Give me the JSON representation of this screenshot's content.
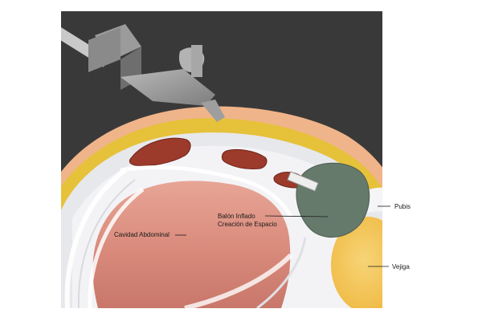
{
  "labels": {
    "cavidad": "Cavidad Abdominal",
    "balon_line1": "Balón Inflado",
    "balon_line2": "Creación de Espacio",
    "pubis": "Pubis",
    "vejiga": "Vejiga"
  },
  "colors": {
    "background_dark": "#3a3a3a",
    "skin": "#f0b48a",
    "fat": "#e8c437",
    "fascia": "#e9eaee",
    "muscle": "#9c3a2c",
    "abdominal_cavity": "#d88d7e",
    "balloon": "#667a6b",
    "bladder": "#f2c04a",
    "instrument": "#8e8e8e"
  },
  "icons": {
    "instrument": "laparoscope-trocar-icon",
    "balloon": "inflated-balloon-icon"
  }
}
